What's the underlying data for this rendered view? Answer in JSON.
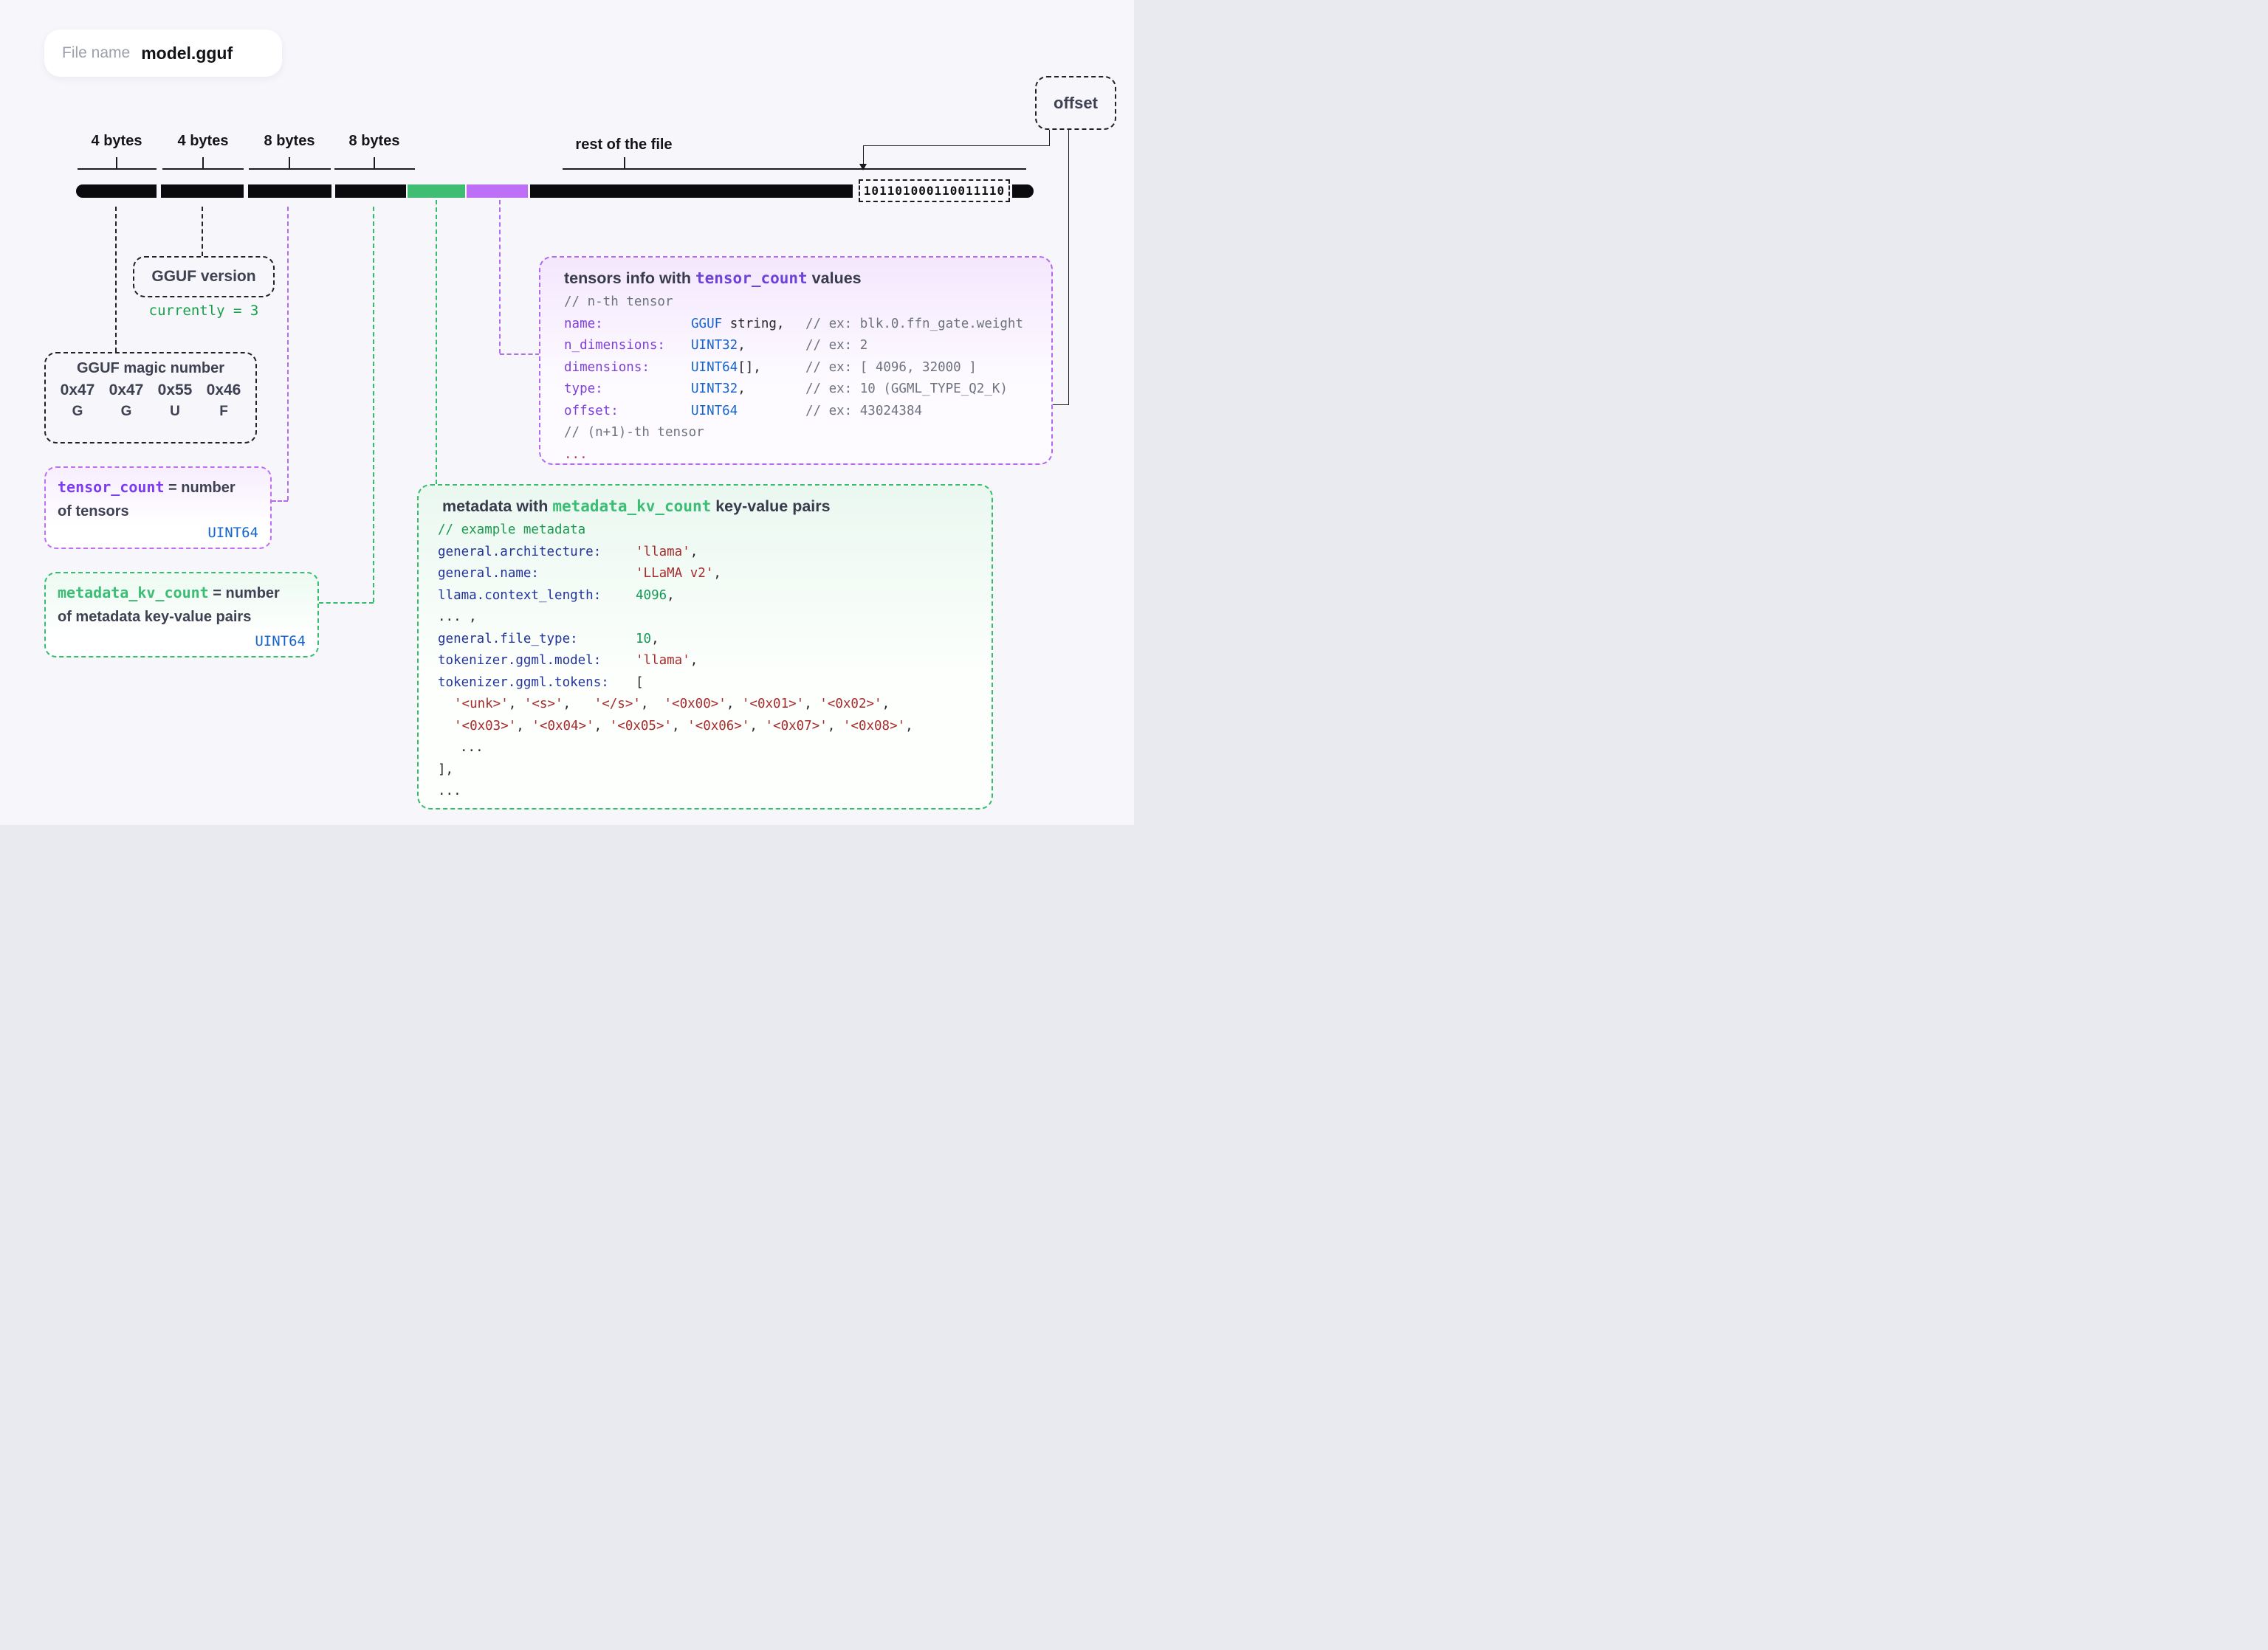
{
  "colors": {
    "background": "#f6f6fb",
    "bar_black": "#0b0b0d",
    "bar_green": "#3fbe73",
    "bar_purple": "#bd70f5",
    "accent_purple": "#7d3cf0",
    "accent_green": "#3cbd74",
    "type_blue": "#1565d0",
    "string_red": "#a62c2c",
    "key_navy": "#223399",
    "number_green": "#169a55",
    "comment_gray": "#6e7380"
  },
  "file_pill": {
    "label": "File name",
    "value": "model.gguf"
  },
  "offset_box": {
    "label": "offset"
  },
  "byte_labels": [
    "4 bytes",
    "4 bytes",
    "8 bytes",
    "8 bytes"
  ],
  "rest_label": "rest of the file",
  "binary_value": "101101000110011110",
  "version_box": {
    "title": "GGUF version",
    "note": "currently = 3"
  },
  "magic_box": {
    "title": "GGUF magic number",
    "hex": [
      "0x47",
      "0x47",
      "0x55",
      "0x46"
    ],
    "chars": [
      "G",
      "G",
      "U",
      "F"
    ]
  },
  "tensor_count_box": {
    "keyword": "tensor_count",
    "eq_text": " = number",
    "line2": "of tensors",
    "type": "UINT64"
  },
  "metadata_kv_box": {
    "keyword": "metadata_kv_count",
    "eq_text": " = number",
    "line2": "of metadata key-value pairs",
    "type": "UINT64"
  },
  "tensors_box": {
    "title_pre": "tensors info with ",
    "title_kw": "tensor_count",
    "title_post": " values",
    "lines": [
      [
        {
          "cls": "",
          "segs": [
            [
              "sg-cm",
              "// n-th tensor"
            ]
          ]
        }
      ],
      [
        {
          "cls": "cell-key",
          "segs": [
            [
              "sg-kp",
              "name:"
            ]
          ]
        },
        {
          "cls": "cell-type",
          "segs": [
            [
              "sg-ty",
              "GGUF"
            ],
            [
              "sg-dk",
              " string,"
            ]
          ]
        },
        {
          "cls": "",
          "segs": [
            [
              "sg-cm",
              "// ex: blk.0.ffn_gate.weight"
            ]
          ]
        }
      ],
      [
        {
          "cls": "cell-key",
          "segs": [
            [
              "sg-kp",
              "n_dimensions:"
            ]
          ]
        },
        {
          "cls": "cell-type",
          "segs": [
            [
              "sg-ty",
              "UINT32"
            ],
            [
              "sg-dk",
              ","
            ]
          ]
        },
        {
          "cls": "",
          "segs": [
            [
              "sg-cm",
              "// ex: 2"
            ]
          ]
        }
      ],
      [
        {
          "cls": "cell-key",
          "segs": [
            [
              "sg-kp",
              "dimensions:"
            ]
          ]
        },
        {
          "cls": "cell-type",
          "segs": [
            [
              "sg-ty",
              "UINT64"
            ],
            [
              "sg-dk",
              "[],"
            ]
          ]
        },
        {
          "cls": "",
          "segs": [
            [
              "sg-cm",
              "// ex: [ 4096, 32000 ]"
            ]
          ]
        }
      ],
      [
        {
          "cls": "cell-key",
          "segs": [
            [
              "sg-kp",
              "type:"
            ]
          ]
        },
        {
          "cls": "cell-type",
          "segs": [
            [
              "sg-ty",
              "UINT32"
            ],
            [
              "sg-dk",
              ","
            ]
          ]
        },
        {
          "cls": "",
          "segs": [
            [
              "sg-cm",
              "// ex: 10 (GGML_TYPE_Q2_K)"
            ]
          ]
        }
      ],
      [
        {
          "cls": "cell-key",
          "segs": [
            [
              "sg-kp",
              "offset:"
            ]
          ]
        },
        {
          "cls": "cell-type",
          "segs": [
            [
              "sg-ty",
              "UINT64"
            ]
          ]
        },
        {
          "cls": "",
          "segs": [
            [
              "sg-cm",
              "// ex: 43024384"
            ]
          ]
        }
      ],
      [
        {
          "cls": "",
          "segs": [
            [
              "sg-cm",
              "// (n+1)-th tensor"
            ]
          ]
        }
      ],
      [
        {
          "cls": "",
          "segs": [
            [
              "sg-rd",
              "..."
            ]
          ]
        }
      ]
    ]
  },
  "metadata_box": {
    "title_pre": " metadata with ",
    "title_kw": "metadata_kv_count",
    "title_post": " key-value pairs",
    "lines": [
      [
        {
          "cls": "",
          "segs": [
            [
              "sg-gc",
              "// example metadata"
            ]
          ]
        }
      ],
      [
        {
          "cls": "cell-mkey",
          "segs": [
            [
              "sg-nk",
              "general.architecture:"
            ]
          ]
        },
        {
          "cls": "",
          "segs": [
            [
              "sg-st",
              "'llama'"
            ],
            [
              "sg-dk",
              ","
            ]
          ]
        }
      ],
      [
        {
          "cls": "cell-mkey",
          "segs": [
            [
              "sg-nk",
              "general.name:"
            ]
          ]
        },
        {
          "cls": "",
          "segs": [
            [
              "sg-st",
              "'LLaMA v2'"
            ],
            [
              "sg-dk",
              ","
            ]
          ]
        }
      ],
      [
        {
          "cls": "cell-mkey",
          "segs": [
            [
              "sg-nk",
              "llama.context_length:"
            ]
          ]
        },
        {
          "cls": "",
          "segs": [
            [
              "sg-nm",
              "4096"
            ],
            [
              "sg-dk",
              ","
            ]
          ]
        }
      ],
      [
        {
          "cls": "",
          "segs": [
            [
              "sg-dk",
              "... ,"
            ]
          ]
        }
      ],
      [
        {
          "cls": "cell-mkey",
          "segs": [
            [
              "sg-nk",
              "general.file_type:"
            ]
          ]
        },
        {
          "cls": "",
          "segs": [
            [
              "sg-nm",
              "10"
            ],
            [
              "sg-dk",
              ","
            ]
          ]
        }
      ],
      [
        {
          "cls": "cell-mkey",
          "segs": [
            [
              "sg-nk",
              "tokenizer.ggml.model:"
            ]
          ]
        },
        {
          "cls": "",
          "segs": [
            [
              "sg-st",
              "'llama'"
            ],
            [
              "sg-dk",
              ","
            ]
          ]
        }
      ],
      [
        {
          "cls": "cell-mkey",
          "segs": [
            [
              "sg-nk",
              "tokenizer.ggml.tokens:"
            ]
          ]
        },
        {
          "cls": "",
          "segs": [
            [
              "sg-dk",
              "["
            ]
          ]
        }
      ],
      [
        {
          "cls": "cell-ind",
          "segs": [
            [
              "sg-st",
              "'<unk>'"
            ],
            [
              "sg-dk",
              ", "
            ],
            [
              "sg-st",
              "'<s>'"
            ],
            [
              "sg-dk",
              ",   "
            ],
            [
              "sg-st",
              "'</s>'"
            ],
            [
              "sg-dk",
              ",  "
            ],
            [
              "sg-st",
              "'<0x00>'"
            ],
            [
              "sg-dk",
              ", "
            ],
            [
              "sg-st",
              "'<0x01>'"
            ],
            [
              "sg-dk",
              ", "
            ],
            [
              "sg-st",
              "'<0x02>'"
            ],
            [
              "sg-dk",
              ","
            ]
          ]
        }
      ],
      [
        {
          "cls": "cell-ind",
          "segs": [
            [
              "sg-st",
              "'<0x03>'"
            ],
            [
              "sg-dk",
              ", "
            ],
            [
              "sg-st",
              "'<0x04>'"
            ],
            [
              "sg-dk",
              ", "
            ],
            [
              "sg-st",
              "'<0x05>'"
            ],
            [
              "sg-dk",
              ", "
            ],
            [
              "sg-st",
              "'<0x06>'"
            ],
            [
              "sg-dk",
              ", "
            ],
            [
              "sg-st",
              "'<0x07>'"
            ],
            [
              "sg-dk",
              ", "
            ],
            [
              "sg-st",
              "'<0x08>'"
            ],
            [
              "sg-dk",
              ","
            ]
          ]
        }
      ],
      [
        {
          "cls": "cell-ind2",
          "segs": [
            [
              "sg-dk",
              "..."
            ]
          ]
        }
      ],
      [
        {
          "cls": "",
          "segs": [
            [
              "sg-dk",
              "],"
            ]
          ]
        }
      ],
      [
        {
          "cls": "",
          "segs": [
            [
              "sg-dk",
              "..."
            ]
          ]
        }
      ]
    ]
  }
}
